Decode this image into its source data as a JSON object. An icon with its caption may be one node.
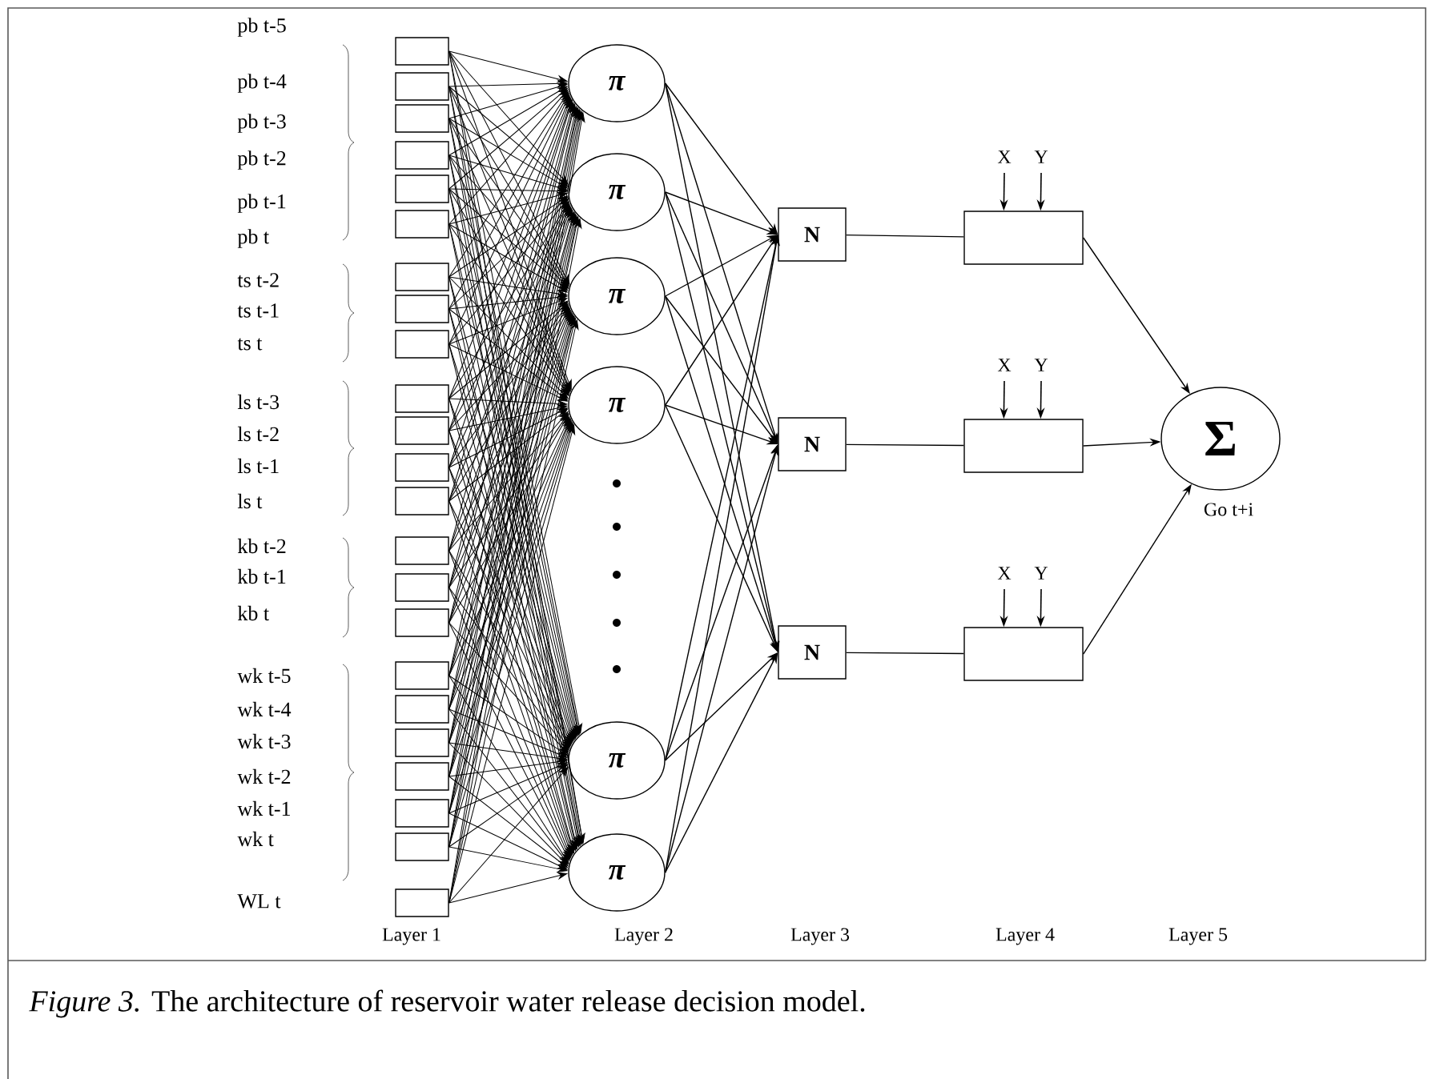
{
  "diagram": {
    "caption": "*Figure 3.* The architecture of reservoir water release decision model.",
    "nodes": [
      {
        "text": [],
        "shape": "box"
      },
      {
        "text": [],
        "shape": "box"
      },
      {
        "text": [],
        "shape": "box"
      },
      {
        "text": [],
        "shape": "box"
      },
      {
        "text": [],
        "shape": "box"
      },
      {
        "text": [],
        "shape": "box"
      },
      {
        "text": [],
        "shape": "box"
      },
      {
        "text": [],
        "shape": "box"
      },
      {
        "text": [],
        "shape": "box"
      },
      {
        "text": [],
        "shape": "box"
      },
      {
        "text": [],
        "shape": "box"
      },
      {
        "text": [],
        "shape": "box"
      },
      {
        "text": [],
        "shape": "box"
      },
      {
        "text": [],
        "shape": "box"
      },
      {
        "text": [],
        "shape": "box"
      },
      {
        "text": [],
        "shape": "box"
      },
      {
        "text": [],
        "shape": "box"
      },
      {
        "text": [],
        "shape": "box"
      },
      {
        "text": [],
        "shape": "box"
      },
      {
        "text": [],
        "shape": "box"
      },
      {
        "text": [],
        "shape": "box"
      },
      {
        "text": [],
        "shape": "box"
      },
      {
        "text": [],
        "shape": "box"
      },
      {
        "text": [
          "π"
        ]
      },
      {
        "text": [
          "π"
        ]
      },
      {
        "text": [
          "π"
        ]
      },
      {
        "text": [
          "π"
        ]
      },
      {
        "text": [
          "π"
        ]
      },
      {
        "text": [
          "π"
        ]
      },
      {
        "text": [
          "N"
        ]
      },
      {
        "text": [
          "N"
        ]
      },
      {
        "text": [
          "N"
        ]
      },
      {
        "text": [],
        "shape": "box"
      },
      {
        "text": [],
        "shape": "box"
      },
      {
        "text": [],
        "shape": "box"
      },
      {
        "text": [
          "Σ"
        ],
        "beside": [
          "Go t+i"
        ]
      }
    ],
    "edges": [
      {
        "from": 0,
        "to": 23,
        "arrow": "to"
      },
      {
        "from": 0,
        "to": 24,
        "arrow": "to"
      },
      {
        "from": 0,
        "to": 25,
        "arrow": "to"
      },
      {
        "from": 0,
        "to": 26,
        "arrow": "to"
      },
      {
        "from": 0,
        "to": 27,
        "arrow": "to"
      },
      {
        "from": 0,
        "to": 28,
        "arrow": "to"
      },
      {
        "from": 1,
        "to": 23,
        "arrow": "to"
      },
      {
        "from": 1,
        "to": 24,
        "arrow": "to"
      },
      {
        "from": 1,
        "to": 25,
        "arrow": "to"
      },
      {
        "from": 1,
        "to": 26,
        "arrow": "to"
      },
      {
        "from": 1,
        "to": 27,
        "arrow": "to"
      },
      {
        "from": 1,
        "to": 28,
        "arrow": "to"
      },
      {
        "from": 2,
        "to": 23,
        "arrow": "to"
      },
      {
        "from": 2,
        "to": 24,
        "arrow": "to"
      },
      {
        "from": 2,
        "to": 25,
        "arrow": "to"
      },
      {
        "from": 2,
        "to": 26,
        "arrow": "to"
      },
      {
        "from": 2,
        "to": 27,
        "arrow": "to"
      },
      {
        "from": 2,
        "to": 28,
        "arrow": "to"
      },
      {
        "from": 3,
        "to": 23,
        "arrow": "to"
      },
      {
        "from": 3,
        "to": 24,
        "arrow": "to"
      },
      {
        "from": 3,
        "to": 25,
        "arrow": "to"
      },
      {
        "from": 3,
        "to": 26,
        "arrow": "to"
      },
      {
        "from": 3,
        "to": 27,
        "arrow": "to"
      },
      {
        "from": 3,
        "to": 28,
        "arrow": "to"
      },
      {
        "from": 4,
        "to": 23,
        "arrow": "to"
      },
      {
        "from": 4,
        "to": 24,
        "arrow": "to"
      },
      {
        "from": 4,
        "to": 25,
        "arrow": "to"
      },
      {
        "from": 4,
        "to": 26,
        "arrow": "to"
      },
      {
        "from": 4,
        "to": 27,
        "arrow": "to"
      },
      {
        "from": 4,
        "to": 28,
        "arrow": "to"
      },
      {
        "from": 5,
        "to": 23,
        "arrow": "to"
      },
      {
        "from": 5,
        "to": 24,
        "arrow": "to"
      },
      {
        "from": 5,
        "to": 25,
        "arrow": "to"
      },
      {
        "from": 5,
        "to": 26,
        "arrow": "to"
      },
      {
        "from": 5,
        "to": 27,
        "arrow": "to"
      },
      {
        "from": 5,
        "to": 28,
        "arrow": "to"
      },
      {
        "from": 6,
        "to": 23,
        "arrow": "to"
      },
      {
        "from": 6,
        "to": 24,
        "arrow": "to"
      },
      {
        "from": 6,
        "to": 25,
        "arrow": "to"
      },
      {
        "from": 6,
        "to": 26,
        "arrow": "to"
      },
      {
        "from": 6,
        "to": 27,
        "arrow": "to"
      },
      {
        "from": 6,
        "to": 28,
        "arrow": "to"
      },
      {
        "from": 7,
        "to": 23,
        "arrow": "to"
      },
      {
        "from": 7,
        "to": 24,
        "arrow": "to"
      },
      {
        "from": 7,
        "to": 25,
        "arrow": "to"
      },
      {
        "from": 7,
        "to": 26,
        "arrow": "to"
      },
      {
        "from": 7,
        "to": 27,
        "arrow": "to"
      },
      {
        "from": 7,
        "to": 28,
        "arrow": "to"
      },
      {
        "from": 8,
        "to": 23,
        "arrow": "to"
      },
      {
        "from": 8,
        "to": 24,
        "arrow": "to"
      },
      {
        "from": 8,
        "to": 25,
        "arrow": "to"
      },
      {
        "from": 8,
        "to": 26,
        "arrow": "to"
      },
      {
        "from": 8,
        "to": 27,
        "arrow": "to"
      },
      {
        "from": 8,
        "to": 28,
        "arrow": "to"
      },
      {
        "from": 9,
        "to": 23,
        "arrow": "to"
      },
      {
        "from": 9,
        "to": 24,
        "arrow": "to"
      },
      {
        "from": 9,
        "to": 25,
        "arrow": "to"
      },
      {
        "from": 9,
        "to": 26,
        "arrow": "to"
      },
      {
        "from": 9,
        "to": 27,
        "arrow": "to"
      },
      {
        "from": 9,
        "to": 28,
        "arrow": "to"
      },
      {
        "from": 10,
        "to": 23,
        "arrow": "to"
      },
      {
        "from": 10,
        "to": 24,
        "arrow": "to"
      },
      {
        "from": 10,
        "to": 25,
        "arrow": "to"
      },
      {
        "from": 10,
        "to": 26,
        "arrow": "to"
      },
      {
        "from": 10,
        "to": 27,
        "arrow": "to"
      },
      {
        "from": 10,
        "to": 28,
        "arrow": "to"
      },
      {
        "from": 11,
        "to": 23,
        "arrow": "to"
      },
      {
        "from": 11,
        "to": 24,
        "arrow": "to"
      },
      {
        "from": 11,
        "to": 25,
        "arrow": "to"
      },
      {
        "from": 11,
        "to": 26,
        "arrow": "to"
      },
      {
        "from": 11,
        "to": 27,
        "arrow": "to"
      },
      {
        "from": 11,
        "to": 28,
        "arrow": "to"
      },
      {
        "from": 12,
        "to": 23,
        "arrow": "to"
      },
      {
        "from": 12,
        "to": 24,
        "arrow": "to"
      },
      {
        "from": 12,
        "to": 25,
        "arrow": "to"
      },
      {
        "from": 12,
        "to": 26,
        "arrow": "to"
      },
      {
        "from": 12,
        "to": 27,
        "arrow": "to"
      },
      {
        "from": 12,
        "to": 28,
        "arrow": "to"
      },
      {
        "from": 13,
        "to": 23,
        "arrow": "to"
      },
      {
        "from": 13,
        "to": 24,
        "arrow": "to"
      },
      {
        "from": 13,
        "to": 25,
        "arrow": "to"
      },
      {
        "from": 13,
        "to": 26,
        "arrow": "to"
      },
      {
        "from": 13,
        "to": 27,
        "arrow": "to"
      },
      {
        "from": 13,
        "to": 28,
        "arrow": "to"
      },
      {
        "from": 14,
        "to": 23,
        "arrow": "to"
      },
      {
        "from": 14,
        "to": 24,
        "arrow": "to"
      },
      {
        "from": 14,
        "to": 25,
        "arrow": "to"
      },
      {
        "from": 14,
        "to": 26,
        "arrow": "to"
      },
      {
        "from": 14,
        "to": 27,
        "arrow": "to"
      },
      {
        "from": 14,
        "to": 28,
        "arrow": "to"
      },
      {
        "from": 15,
        "to": 23,
        "arrow": "to"
      },
      {
        "from": 15,
        "to": 24,
        "arrow": "to"
      },
      {
        "from": 15,
        "to": 25,
        "arrow": "to"
      },
      {
        "from": 15,
        "to": 26,
        "arrow": "to"
      },
      {
        "from": 15,
        "to": 27,
        "arrow": "to"
      },
      {
        "from": 15,
        "to": 28,
        "arrow": "to"
      },
      {
        "from": 16,
        "to": 23,
        "arrow": "to"
      },
      {
        "from": 16,
        "to": 24,
        "arrow": "to"
      },
      {
        "from": 16,
        "to": 25,
        "arrow": "to"
      },
      {
        "from": 16,
        "to": 26,
        "arrow": "to"
      },
      {
        "from": 16,
        "to": 27,
        "arrow": "to"
      },
      {
        "from": 16,
        "to": 28,
        "arrow": "to"
      },
      {
        "from": 17,
        "to": 23,
        "arrow": "to"
      },
      {
        "from": 17,
        "to": 24,
        "arrow": "to"
      },
      {
        "from": 17,
        "to": 25,
        "arrow": "to"
      },
      {
        "from": 17,
        "to": 26,
        "arrow": "to"
      },
      {
        "from": 17,
        "to": 27,
        "arrow": "to"
      },
      {
        "from": 17,
        "to": 28,
        "arrow": "to"
      },
      {
        "from": 18,
        "to": 23,
        "arrow": "to"
      },
      {
        "from": 18,
        "to": 24,
        "arrow": "to"
      },
      {
        "from": 18,
        "to": 25,
        "arrow": "to"
      },
      {
        "from": 18,
        "to": 26,
        "arrow": "to"
      },
      {
        "from": 18,
        "to": 27,
        "arrow": "to"
      },
      {
        "from": 18,
        "to": 28,
        "arrow": "to"
      },
      {
        "from": 19,
        "to": 23,
        "arrow": "to"
      },
      {
        "from": 19,
        "to": 24,
        "arrow": "to"
      },
      {
        "from": 19,
        "to": 25,
        "arrow": "to"
      },
      {
        "from": 19,
        "to": 26,
        "arrow": "to"
      },
      {
        "from": 19,
        "to": 27,
        "arrow": "to"
      },
      {
        "from": 19,
        "to": 28,
        "arrow": "to"
      },
      {
        "from": 20,
        "to": 23,
        "arrow": "to"
      },
      {
        "from": 20,
        "to": 24,
        "arrow": "to"
      },
      {
        "from": 20,
        "to": 25,
        "arrow": "to"
      },
      {
        "from": 20,
        "to": 26,
        "arrow": "to"
      },
      {
        "from": 20,
        "to": 27,
        "arrow": "to"
      },
      {
        "from": 20,
        "to": 28,
        "arrow": "to"
      },
      {
        "from": 21,
        "to": 23,
        "arrow": "to"
      },
      {
        "from": 21,
        "to": 24,
        "arrow": "to"
      },
      {
        "from": 21,
        "to": 25,
        "arrow": "to"
      },
      {
        "from": 21,
        "to": 26,
        "arrow": "to"
      },
      {
        "from": 21,
        "to": 27,
        "arrow": "to"
      },
      {
        "from": 21,
        "to": 28,
        "arrow": "to"
      },
      {
        "from": 22,
        "to": 23,
        "arrow": "to"
      },
      {
        "from": 22,
        "to": 24,
        "arrow": "to"
      },
      {
        "from": 22,
        "to": 25,
        "arrow": "to"
      },
      {
        "from": 22,
        "to": 26,
        "arrow": "to"
      },
      {
        "from": 22,
        "to": 27,
        "arrow": "to"
      },
      {
        "from": 22,
        "to": 28,
        "arrow": "to"
      },
      {
        "from": 23,
        "to": 29,
        "arrow": "to"
      },
      {
        "from": 23,
        "to": 30,
        "arrow": "to"
      },
      {
        "from": 23,
        "to": 31,
        "arrow": "to"
      },
      {
        "from": 24,
        "to": 29,
        "arrow": "to"
      },
      {
        "from": 24,
        "to": 30,
        "arrow": "to"
      },
      {
        "from": 24,
        "to": 31,
        "arrow": "to"
      },
      {
        "from": 25,
        "to": 29,
        "arrow": "to"
      },
      {
        "from": 25,
        "to": 30,
        "arrow": "to"
      },
      {
        "from": 25,
        "to": 31,
        "arrow": "to"
      },
      {
        "from": 26,
        "to": 29,
        "arrow": "to"
      },
      {
        "from": 26,
        "to": 30,
        "arrow": "to"
      },
      {
        "from": 26,
        "to": 31,
        "arrow": "to"
      },
      {
        "from": 27,
        "to": 29,
        "arrow": "to"
      },
      {
        "from": 27,
        "to": 30,
        "arrow": "to"
      },
      {
        "from": 27,
        "to": 31,
        "arrow": "to"
      },
      {
        "from": 28,
        "to": 29,
        "arrow": "to"
      },
      {
        "from": 28,
        "to": 30,
        "arrow": "to"
      },
      {
        "from": 28,
        "to": 31,
        "arrow": "to"
      },
      {
        "from": 29,
        "to": 32,
        "arrow": "none"
      },
      {
        "from": 30,
        "to": 33,
        "arrow": "none"
      },
      {
        "from": 31,
        "to": 34,
        "arrow": "none"
      },
      {
        "from": 32,
        "to": 35,
        "arrow": "to"
      },
      {
        "from": 33,
        "to": 35,
        "arrow": "to"
      },
      {
        "from": 34,
        "to": 35,
        "arrow": "to"
      },
      {
        "from": null,
        "to": 32,
        "arrow": "to",
        "label": "X"
      },
      {
        "from": null,
        "to": 32,
        "arrow": "to",
        "label": "Y"
      },
      {
        "from": null,
        "to": 33,
        "arrow": "to",
        "label": "X"
      },
      {
        "from": null,
        "to": 33,
        "arrow": "to",
        "label": "Y"
      },
      {
        "from": null,
        "to": 34,
        "arrow": "to",
        "label": "X"
      },
      {
        "from": null,
        "to": 34,
        "arrow": "to",
        "label": "Y"
      }
    ],
    "labels": [
      "pb t-5",
      "pb t-4",
      "pb t-3",
      "pb t-2",
      "pb t-1",
      "pb t",
      "ts t-2",
      "ts t-1",
      "ts t",
      "ls t-3",
      "ls t-2",
      "ls t-1",
      "ls t",
      "kb t-2",
      "kb t-1",
      "kb t",
      "wk t-5",
      "wk t-4",
      "wk t-3",
      "wk t-2",
      "wk t-1",
      "wk t",
      "WL t",
      "Layer 1",
      "Layer 2",
      "Layer 3",
      "Layer 4",
      "Layer 5"
    ]
  }
}
